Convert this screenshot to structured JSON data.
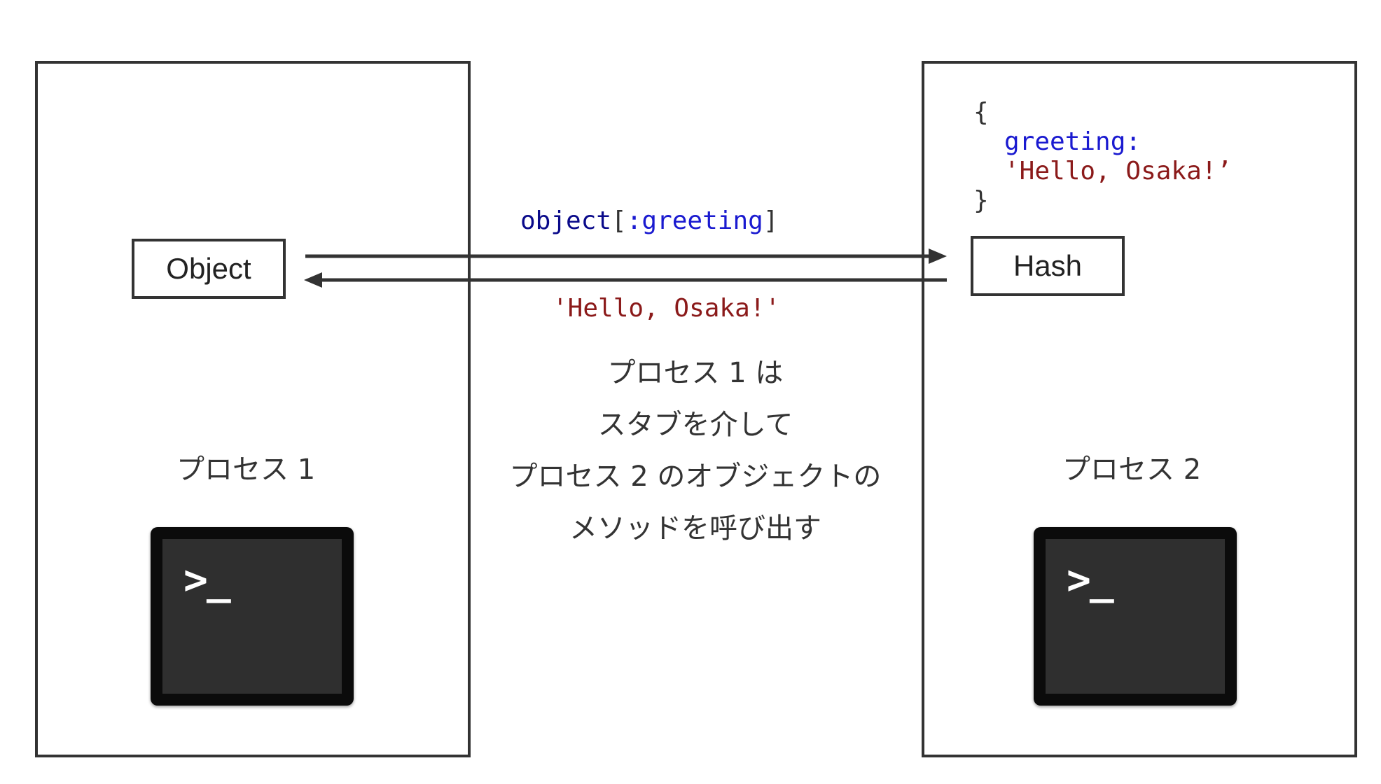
{
  "process1": {
    "label": "プロセス 1",
    "object_label": "Object"
  },
  "process2": {
    "label": "プロセス 2",
    "hash_label": "Hash",
    "hash_literal": {
      "open": "{",
      "key": "greeting:",
      "value": "'Hello, Osaka!’",
      "close": "}"
    }
  },
  "call": {
    "receiver": "object",
    "open_bracket": "[",
    "symbol": ":greeting",
    "close_bracket": "]"
  },
  "return_value": "'Hello, Osaka!'",
  "description": [
    "プロセス 1 は",
    "スタブを介して",
    "プロセス 2 のオブジェクトの",
    "メソッドを呼び出す"
  ],
  "terminal_prompt": ">_",
  "icons": [
    "terminal-icon",
    "arrow-right-icon",
    "arrow-left-icon"
  ]
}
